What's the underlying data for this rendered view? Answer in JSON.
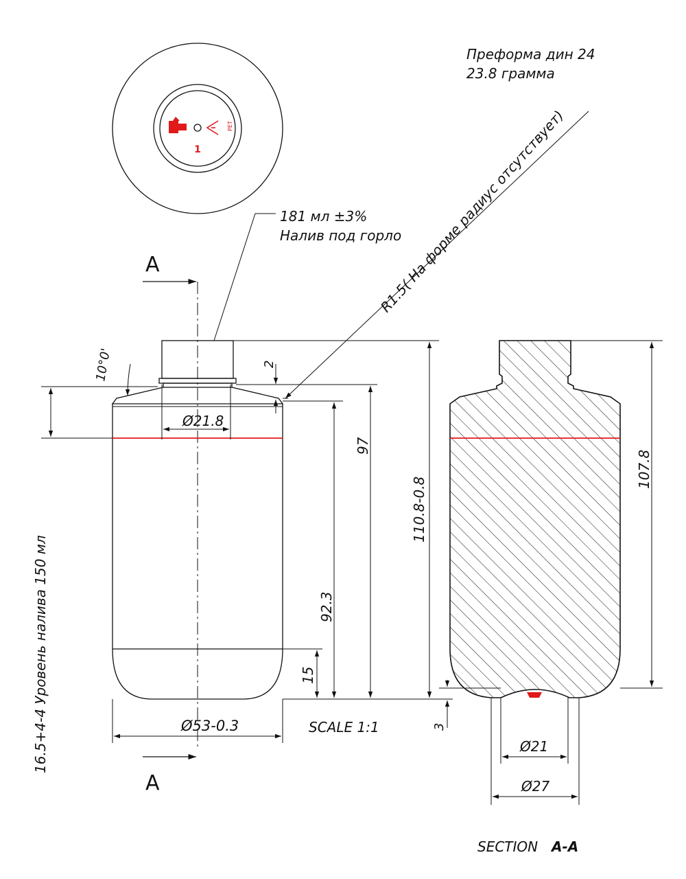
{
  "notes": {
    "preform_line1": "Преформа дин 24",
    "preform_line2": "23.8 грамма",
    "volume_line1": "181 мл ±3%",
    "volume_line2": "Налив под горло",
    "radius_note": "R1.5( На форме радиус отсутствует)",
    "angle": "10°0'",
    "fill_level": "16.5+4-4 Уровень налива 150 мл",
    "scale": "SCALE  1:1",
    "section_word": "SECTION",
    "section_id": "A-A",
    "cut_label_top": "A",
    "cut_label_bottom": "A",
    "mold_number": "1"
  },
  "dimensions": {
    "d_neck": "Ø21.8",
    "d_body": "Ø53-0.3",
    "h_97": "97",
    "h_92_3": "92.3",
    "h_15": "15",
    "h_2": "2",
    "h_110_8": "110.8-0.8",
    "h_107_8": "107.8",
    "h_3": "3",
    "d_21": "Ø21",
    "d_27": "Ø27"
  },
  "colors": {
    "line": "#111111",
    "accent": "#e0191b"
  }
}
